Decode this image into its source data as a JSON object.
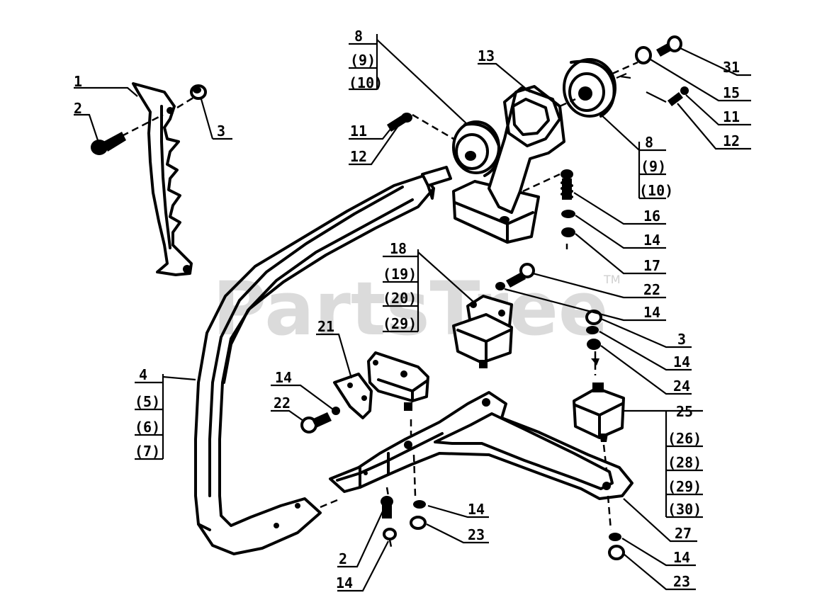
{
  "watermark": {
    "text": "PartsTree",
    "tm": "TM"
  },
  "callouts": {
    "c1": "1",
    "c2a": "2",
    "c3a": "3",
    "c8a": "8",
    "c9a": "(9)",
    "c10a": "(10)",
    "c13": "13",
    "c11a": "11",
    "c12a": "12",
    "c31": "31",
    "c15": "15",
    "c11b": "11",
    "c12b": "12",
    "c8b": "8",
    "c9b": "(9)",
    "c10b": "(10)",
    "c16": "16",
    "c14a": "14",
    "c17": "17",
    "c18": "18",
    "c19": "(19)",
    "c20": "(20)",
    "c29a": "(29)",
    "c22a": "22",
    "c14b": "14",
    "c3b": "3",
    "c14c": "14",
    "c24": "24",
    "c21": "21",
    "c14d": "14",
    "c22b": "22",
    "c4": "4",
    "c5": "(5)",
    "c6": "(6)",
    "c7": "(7)",
    "c25": "25",
    "c26": "(26)",
    "c28": "(28)",
    "c29b": "(29)",
    "c30": "(30)",
    "c14e": "14",
    "c23a": "23",
    "c27": "27",
    "c2b": "2",
    "c14f": "14",
    "c14g": "14",
    "c23b": "23"
  }
}
